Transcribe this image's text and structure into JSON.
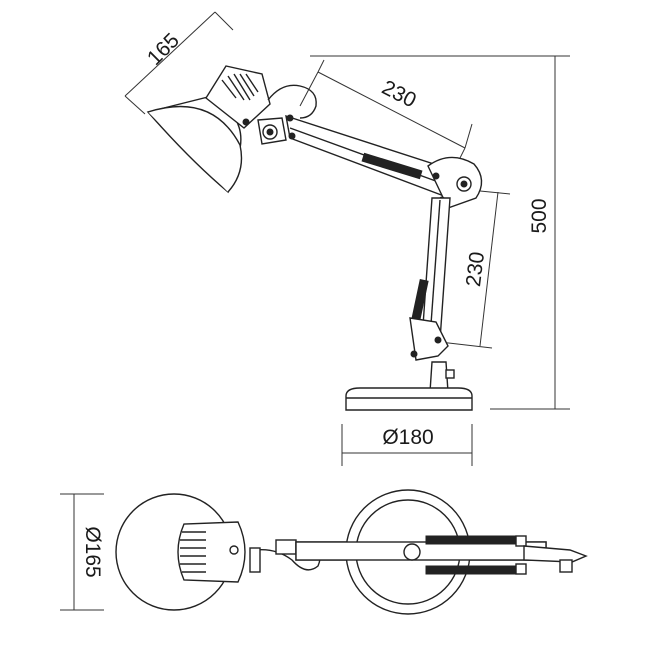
{
  "dimensions": {
    "shade_width": "165",
    "upper_arm_length": "230",
    "lower_arm_length": "230",
    "total_height": "500",
    "base_diameter": "Ø180",
    "shade_diameter": "Ø165"
  }
}
